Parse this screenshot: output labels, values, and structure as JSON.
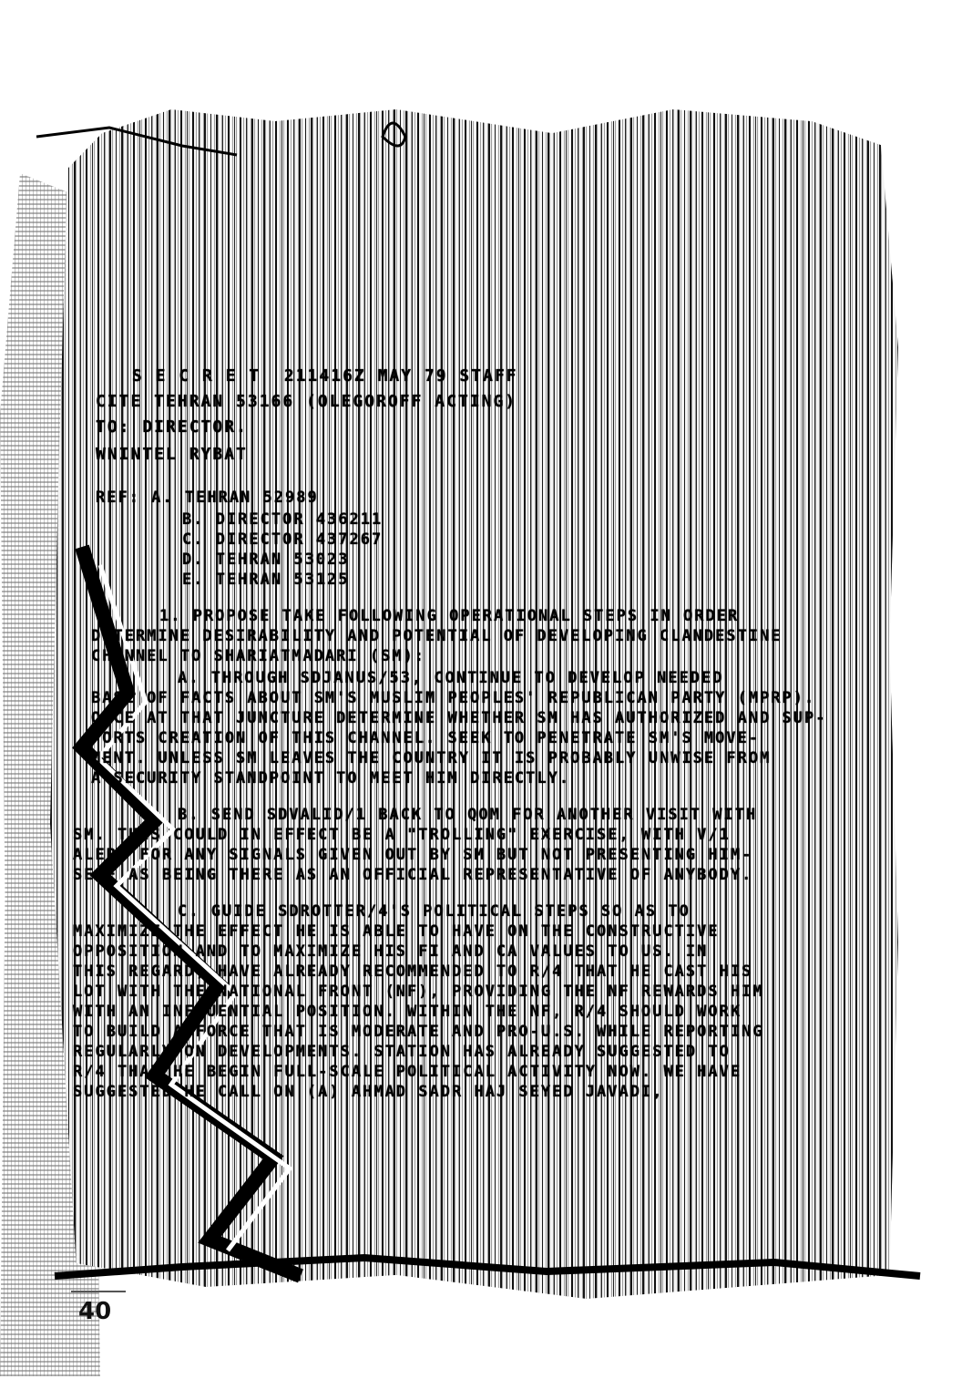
{
  "document": {
    "header": {
      "classification_line": "S E C R E T  211416Z MAY 79 STAFF",
      "cite_line": "CITE TEHRAN 53166 (OLEGOROFF ACTING)",
      "to_line": "TO: DIRECTOR.",
      "wnintel_line": "WNINTEL RYBAT"
    },
    "references": [
      "REF: A. TEHRAN 52989",
      "B. DIRECTOR 436211",
      "C. DIRECTOR 437267",
      "D. TEHRAN 53023",
      "E. TEHRAN 53125"
    ],
    "body_lines": [
      "1. PROPOSE TAKE FOLLOWING OPERATIONAL STEPS IN ORDER",
      "DETERMINE DESIRABILITY AND POTENTIAL OF DEVELOPING CLANDESTINE",
      "CHANNEL TO SHARIATMADARI (SM):",
      "A. THROUGH SDJANUS/53, CONTINUE TO DEVELOP NEEDED",
      "BASE OF FACTS ABOUT SM'S MUSLIM PEOPLES' REPUBLICAN PARTY (MPRP).",
      "ONCE AT THAT JUNCTURE DETERMINE WHETHER SM HAS AUTHORIZED AND SUP-",
      "PORTS CREATION OF THIS CHANNEL. SEEK TO PENETRATE SM'S MOVE-",
      "MENT. UNLESS SM LEAVES THE COUNTRY IT IS PROBABLY UNWISE FROM",
      "A SECURITY STANDPOINT TO MEET HIM DIRECTLY.",
      "B. SEND SDVALID/1 BACK TO QOM FOR ANOTHER VISIT WITH",
      "SM. THIS COULD IN EFFECT BE A \"TROLLING\" EXERCISE, WITH V/1",
      "ALERT FOR ANY SIGNALS GIVEN OUT BY SM BUT NOT PRESENTING HIM-",
      "SELF AS BEING THERE AS AN OFFICIAL REPRESENTATIVE OF ANYBODY.",
      "C. GUIDE SDROTTER/4'S POLITICAL STEPS SO AS TO",
      "MAXIMIZE THE EFFECT HE IS ABLE TO HAVE ON THE CONSTRUCTIVE",
      "OPPOSITION AND TO MAXIMIZE HIS FI AND CA VALUES TO US. IN",
      "THIS REGARD, HAVE ALREADY RECOMMENDED TO R/4 THAT HE CAST HIS",
      "LOT WITH THE NATIONAL FRONT (NF), PROVIDING THE NF REWARDS HIM",
      "WITH AN INFLUENTIAL POSITION. WITHIN THE NF, R/4 SHOULD WORK",
      "TO BUILD A FORCE THAT IS MODERATE AND PRO-U.S. WHILE REPORTING",
      "REGULARLY ON DEVELOPMENTS. STATION HAS ALREADY SUGGESTED TO",
      "R/4 THAT HE BEGIN FULL-SCALE POLITICAL ACTIVITY NOW. WE HAVE",
      "SUGGESTED HE CALL ON (A) AHMAD SADR HAJ SEYED JAVADI,"
    ]
  },
  "page_number": "40"
}
